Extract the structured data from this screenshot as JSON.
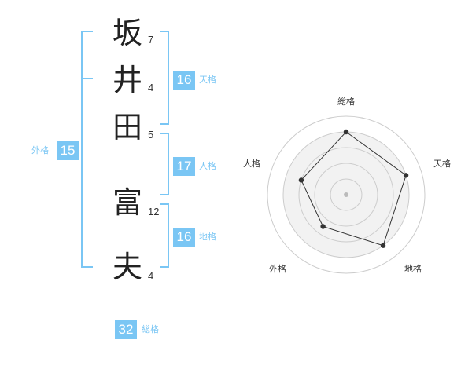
{
  "name": {
    "chars": [
      {
        "char": "坂",
        "strokes": "7"
      },
      {
        "char": "井",
        "strokes": "4"
      },
      {
        "char": "田",
        "strokes": "5"
      },
      {
        "char": "富",
        "strokes": "12"
      },
      {
        "char": "夫",
        "strokes": "4"
      }
    ]
  },
  "fortunes": {
    "tenkaku": {
      "value": "16",
      "label": "天格"
    },
    "jinkaku": {
      "value": "17",
      "label": "人格"
    },
    "chikaku": {
      "value": "16",
      "label": "地格"
    },
    "gaikaku": {
      "value": "15",
      "label": "外格"
    },
    "soukaku": {
      "value": "32",
      "label": "総格"
    }
  },
  "colors": {
    "accent": "#7ac6f4",
    "text": "#222222",
    "grid": "#cccccc",
    "fill": "#eeeeee"
  },
  "chart_data": {
    "type": "radar",
    "axes": [
      "総格",
      "天格",
      "地格",
      "外格",
      "人格"
    ],
    "values": [
      4,
      4,
      4,
      2.5,
      3
    ],
    "max": 4,
    "rings": 4
  }
}
